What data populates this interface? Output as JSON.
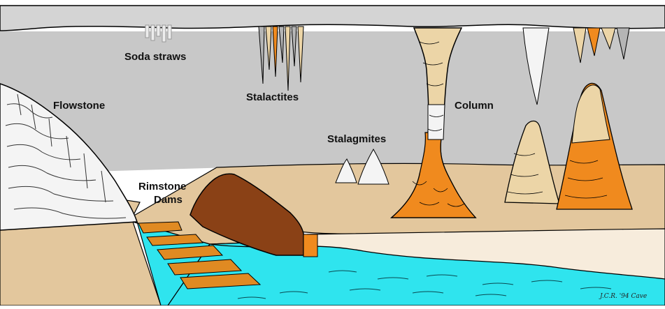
{
  "labels": {
    "soda_straws": "Soda straws",
    "stalactites": "Stalactites",
    "flowstone": "Flowstone",
    "column": "Column",
    "stalagmites": "Stalagmites",
    "rimstone_line1": "Rimstone",
    "rimstone_line2": "Dams"
  },
  "signature": "J.C.R. '94 Cave",
  "colors": {
    "cave_air": "#c8c8c8",
    "rock_ceiling": "#d2d2d2",
    "sand_floor": "#e3c79d",
    "light_floor": "#f7ecdc",
    "water": "#2fe4ee",
    "orange_deposit": "#f08a1e",
    "cream_deposit": "#ecd5a7",
    "brown_boulder": "#8a4116",
    "white_deposit": "#f4f4f4"
  }
}
